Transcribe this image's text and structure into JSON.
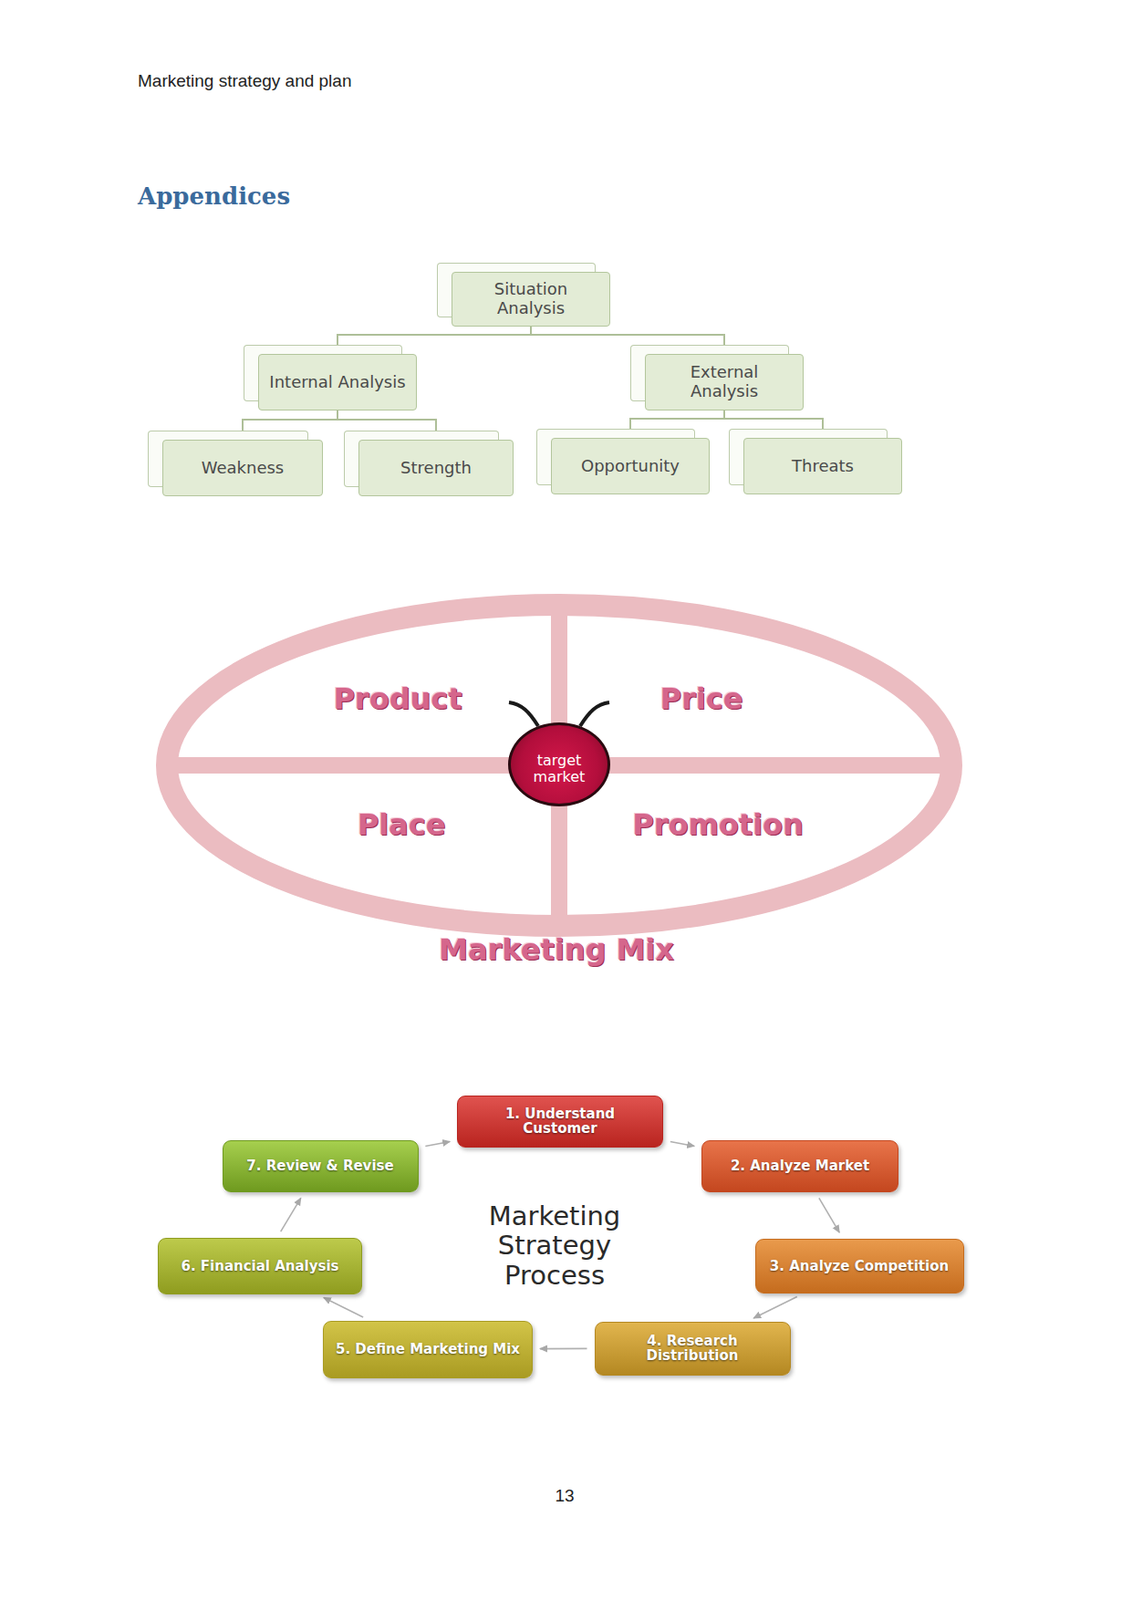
{
  "diagram": {
    "title": "Appendices",
    "nodes": [
      {
        "text": [
          "Situation Analysis"
        ]
      },
      {
        "text": [
          "Internal Analysis"
        ]
      },
      {
        "text": [
          "External Analysis"
        ]
      },
      {
        "text": [
          "Weakness"
        ]
      },
      {
        "text": [
          "Strength"
        ]
      },
      {
        "text": [
          "Opportunity"
        ]
      },
      {
        "text": [
          "Threats"
        ]
      },
      {
        "text": [
          "target market"
        ]
      },
      {
        "text": [
          "1. Understand Customer"
        ]
      },
      {
        "text": [
          "2. Analyze Market"
        ]
      },
      {
        "text": [
          "3. Analyze Competition"
        ]
      },
      {
        "text": [
          "4. Research Distribution"
        ]
      },
      {
        "text": [
          "5. Define Marketing Mix"
        ]
      },
      {
        "text": [
          "6. Financial Analysis"
        ]
      },
      {
        "text": [
          "7. Review & Revise"
        ]
      }
    ],
    "edges": [
      {
        "from": 0,
        "to": 1,
        "arrow": "none"
      },
      {
        "from": 0,
        "to": 2,
        "arrow": "none"
      },
      {
        "from": 1,
        "to": 3,
        "arrow": "none"
      },
      {
        "from": 1,
        "to": 4,
        "arrow": "none"
      },
      {
        "from": 2,
        "to": 5,
        "arrow": "none"
      },
      {
        "from": 2,
        "to": 6,
        "arrow": "none"
      },
      {
        "from": 8,
        "to": 9,
        "arrow": "to"
      },
      {
        "from": 9,
        "to": 10,
        "arrow": "to"
      },
      {
        "from": 10,
        "to": 11,
        "arrow": "to"
      },
      {
        "from": 11,
        "to": 12,
        "arrow": "to"
      },
      {
        "from": 12,
        "to": 13,
        "arrow": "to"
      },
      {
        "from": 13,
        "to": 14,
        "arrow": "to"
      },
      {
        "from": 14,
        "to": 8,
        "arrow": "to"
      }
    ],
    "labels": [
      "Marketing strategy and plan",
      "Product",
      "Price",
      "Place",
      "Promotion",
      "Marketing Mix",
      "Marketing Strategy Process",
      "13"
    ]
  }
}
